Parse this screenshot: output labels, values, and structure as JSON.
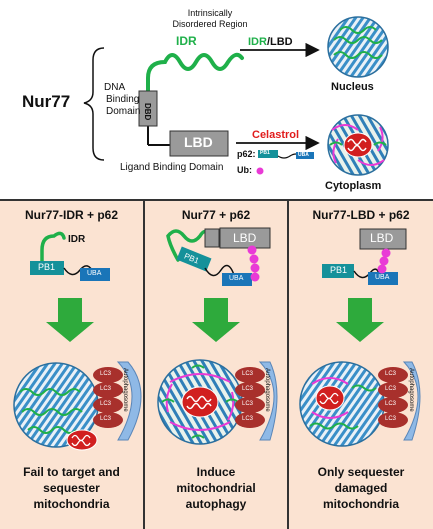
{
  "top": {
    "protein": "Nur77",
    "idr_desc": [
      "Intrinsically",
      "Disordered Region"
    ],
    "idr_label": "IDR",
    "dbd_desc": [
      "DNA",
      "Binding",
      "Domain"
    ],
    "dbd_label": "DBD",
    "lbd_label": "LBD",
    "lbd_desc": "Ligand Binding Domain",
    "arrow1_idr": "IDR",
    "arrow1_sep": "/",
    "arrow1_lbd": "LBD",
    "arrow2_label": "Celastrol",
    "nucleus_label": "Nucleus",
    "cytoplasm_label": "Cytoplasm",
    "legend_p62": "p62:",
    "legend_ub": "Ub:",
    "legend_pb1": "PB1",
    "legend_uba": "UBA"
  },
  "panels": [
    {
      "title": "Nur77-IDR + p62",
      "tag": "IDR",
      "pb1": "PB1",
      "uba": "UBA",
      "lc3": [
        "LC3",
        "LC3",
        "LC3",
        "LC3"
      ],
      "autophagosome": "Autophagosome",
      "outcome": [
        "Fail to target and",
        "sequester",
        "mitochondria"
      ]
    },
    {
      "title": "Nur77 + p62",
      "tag": "LBD",
      "pb1": "PB1",
      "uba": "UBA",
      "lc3": [
        "LC3",
        "LC3",
        "LC3",
        "LC3"
      ],
      "autophagosome": "Autophagosome",
      "outcome": [
        "Induce",
        "mitochondrial",
        "autophagy"
      ]
    },
    {
      "title": "Nur77-LBD + p62",
      "tag": "LBD",
      "pb1": "PB1",
      "uba": "UBA",
      "lc3": [
        "LC3",
        "LC3",
        "LC3",
        "LC3"
      ],
      "autophagosome": "Autophagosome",
      "outcome": [
        "Only sequester",
        "damaged",
        "mitochondria"
      ]
    }
  ],
  "colors": {
    "panel_bg": "#fbe3d2",
    "top_bg": "#ffffff",
    "idr_green": "#1fb04a",
    "domain_gray": "#9a9a9a",
    "pb1_teal": "#15919a",
    "uba_blue": "#1a75b8",
    "ub_magenta": "#e93ad6",
    "celastrol_red": "#e11c1c",
    "arrow_green": "#2eaa3c",
    "lc3_red": "#a8302c",
    "autophagosome_blue": "#8fb9e6"
  }
}
